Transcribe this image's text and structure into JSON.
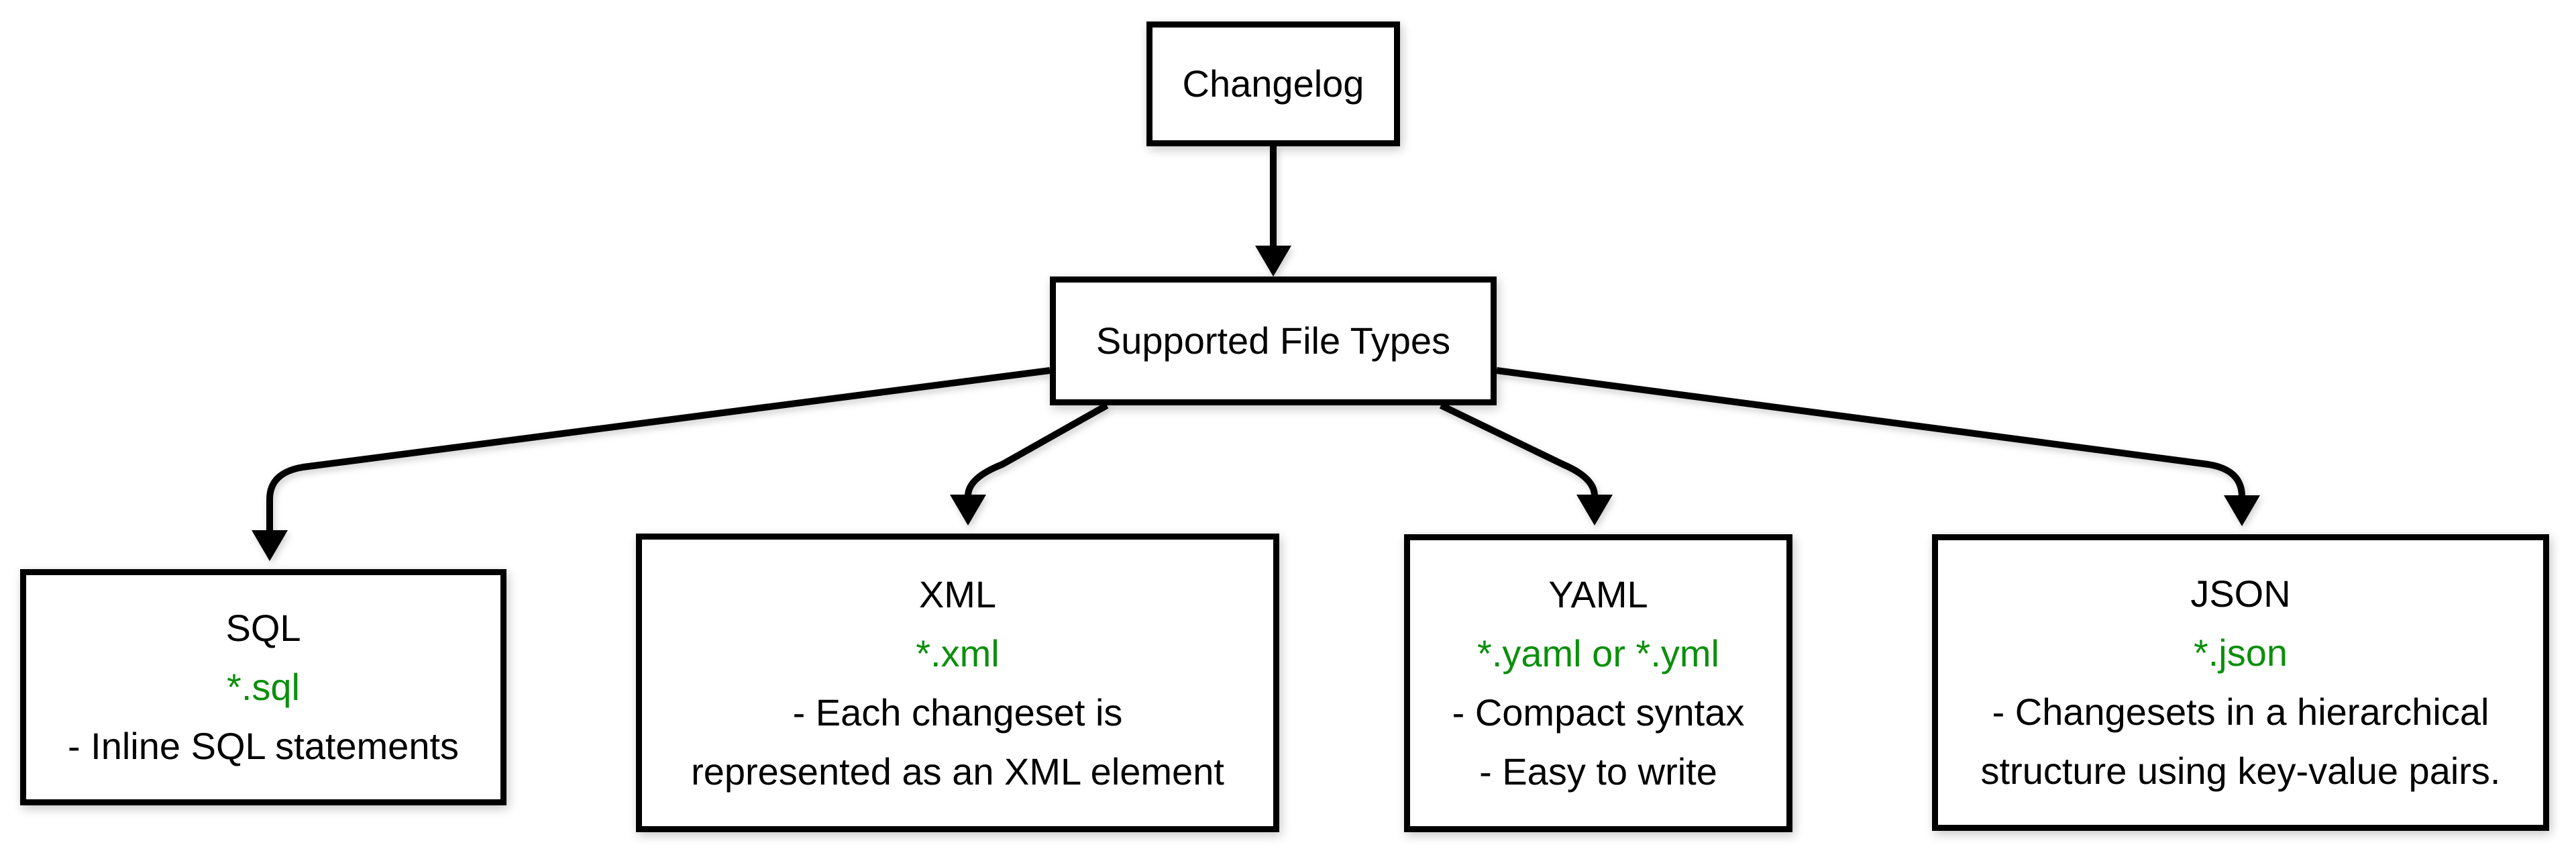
{
  "diagram": {
    "nodes": {
      "changelog": {
        "label": "Changelog"
      },
      "supported_file_types": {
        "label": "Supported File Types"
      },
      "sql": {
        "title": "SQL",
        "extension": "*.sql",
        "desc": [
          "- Inline SQL statements"
        ]
      },
      "xml": {
        "title": "XML",
        "extension": "*.xml",
        "desc": [
          "- Each changeset is",
          "represented as an XML element"
        ]
      },
      "yaml": {
        "title": "YAML",
        "extension": "*.yaml or *.yml",
        "desc": [
          "- Compact syntax",
          "- Easy to write"
        ]
      },
      "json": {
        "title": "JSON",
        "extension": "*.json",
        "desc": [
          "- Changesets in a hierarchical",
          "structure using key-value pairs."
        ]
      }
    },
    "edges": [
      {
        "from": "Changelog",
        "to": "Supported File Types"
      },
      {
        "from": "Supported File Types",
        "to": "SQL"
      },
      {
        "from": "Supported File Types",
        "to": "XML"
      },
      {
        "from": "Supported File Types",
        "to": "YAML"
      },
      {
        "from": "Supported File Types",
        "to": "JSON"
      }
    ],
    "colors": {
      "background": "#ffffff",
      "node_fill": "#ffffff",
      "node_border": "#000000",
      "edge_stroke": "#000000",
      "text": "#000000",
      "extension_text": "#0c8f0c"
    }
  }
}
